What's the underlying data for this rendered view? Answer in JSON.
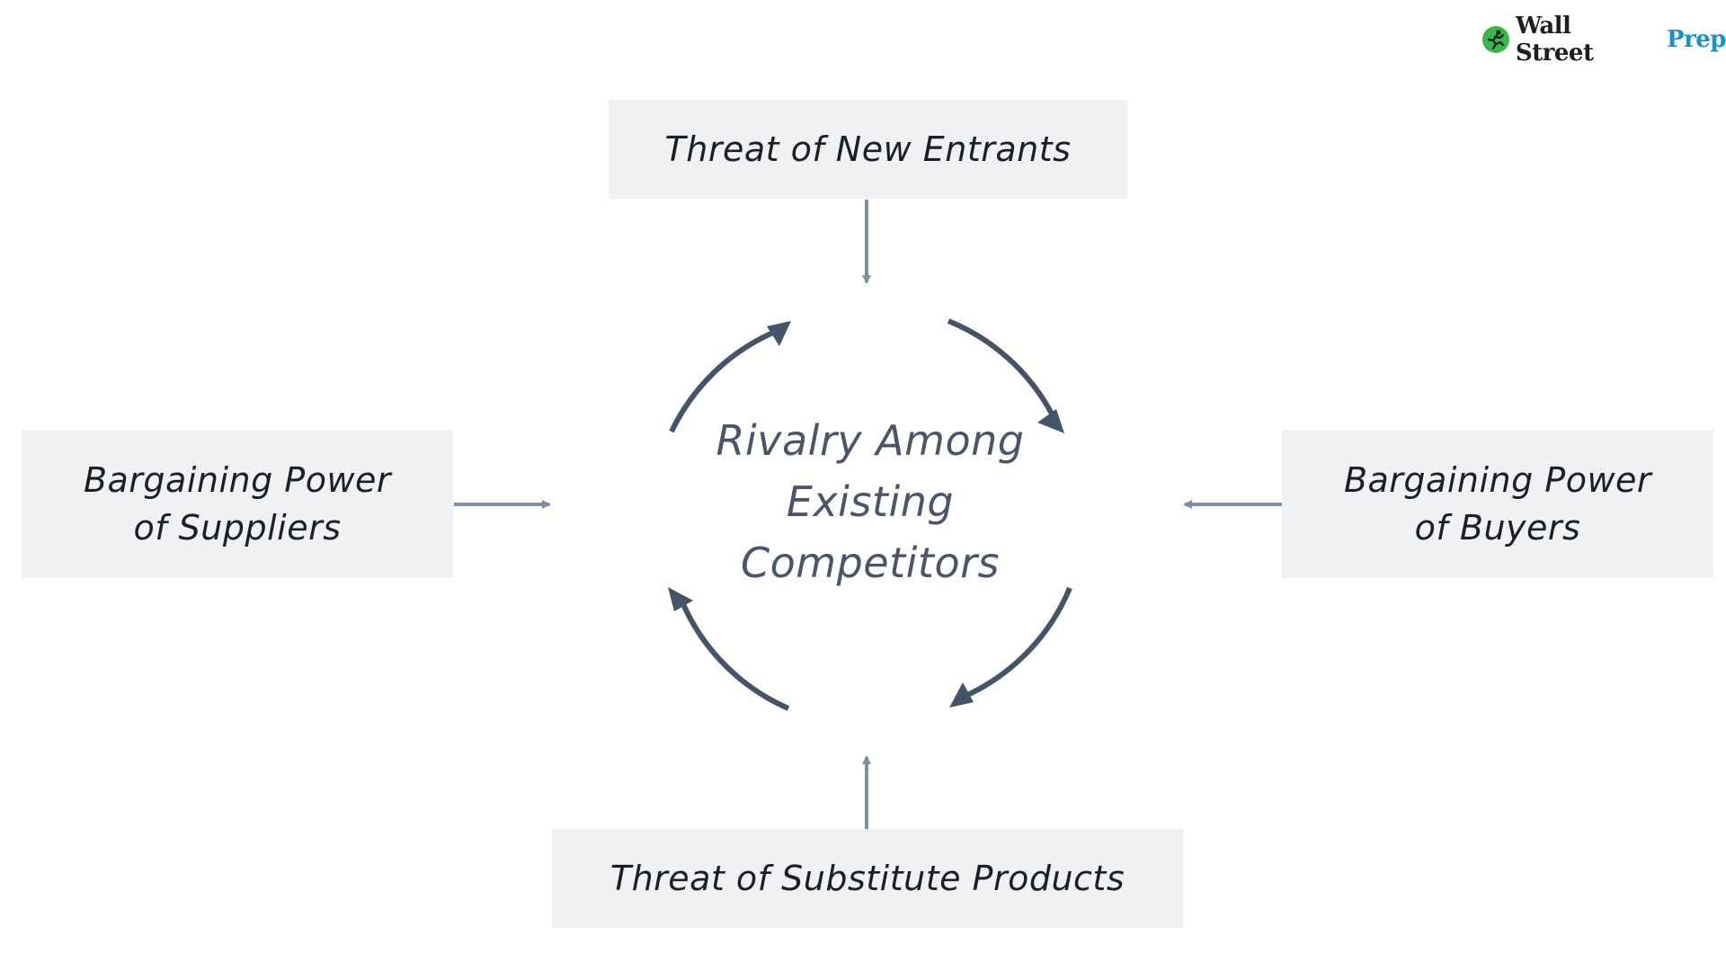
{
  "diagram": {
    "center": {
      "lines": [
        "Rivalry Among",
        "Existing",
        "Competitors"
      ]
    },
    "forces": {
      "top": {
        "lines": [
          "Threat of New Entrants"
        ]
      },
      "bottom": {
        "lines": [
          "Threat of Substitute Products"
        ]
      },
      "left": {
        "lines": [
          "Bargaining Power",
          "of Suppliers"
        ]
      },
      "right": {
        "lines": [
          "Bargaining Power",
          "of Buyers"
        ]
      }
    }
  },
  "logo": {
    "word1": "Wall Street",
    "word2": "Prep",
    "icon": "running-figure-icon"
  },
  "colors": {
    "box_fill": "#eff1f3",
    "text_dark": "#1c1f24",
    "center_text": "#4a5568",
    "force_arrow": "#7f8fa3",
    "cycle_arrow": "#465467",
    "logo_green": "#3cb54a",
    "logo_blue": "#1f8fc8"
  }
}
